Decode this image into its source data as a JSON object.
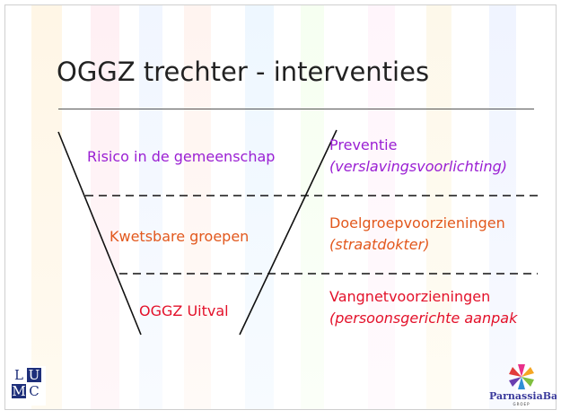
{
  "slide": {
    "title": "OGGZ trechter - interventies",
    "levels": [
      {
        "group": "Risico in de gemeenschap",
        "intervention": "Preventie",
        "example": "(verslavingsvoorlichting)",
        "color": "#9a1fd3"
      },
      {
        "group": "Kwetsbare groepen",
        "intervention": "Doelgroepvoorzieningen",
        "example": "(straatdokter)",
        "color": "#e2581d"
      },
      {
        "group": "OGGZ Uitval",
        "intervention": "Vangnetvoorzieningen",
        "example": "(persoonsgerichte aanpak",
        "color": "#e3112a"
      }
    ]
  },
  "logos": {
    "lumc": {
      "letters": [
        "L",
        "U",
        "M",
        "C"
      ]
    },
    "parnassia": {
      "name": "ParnassiaBavo",
      "sub": "GROEP"
    }
  }
}
